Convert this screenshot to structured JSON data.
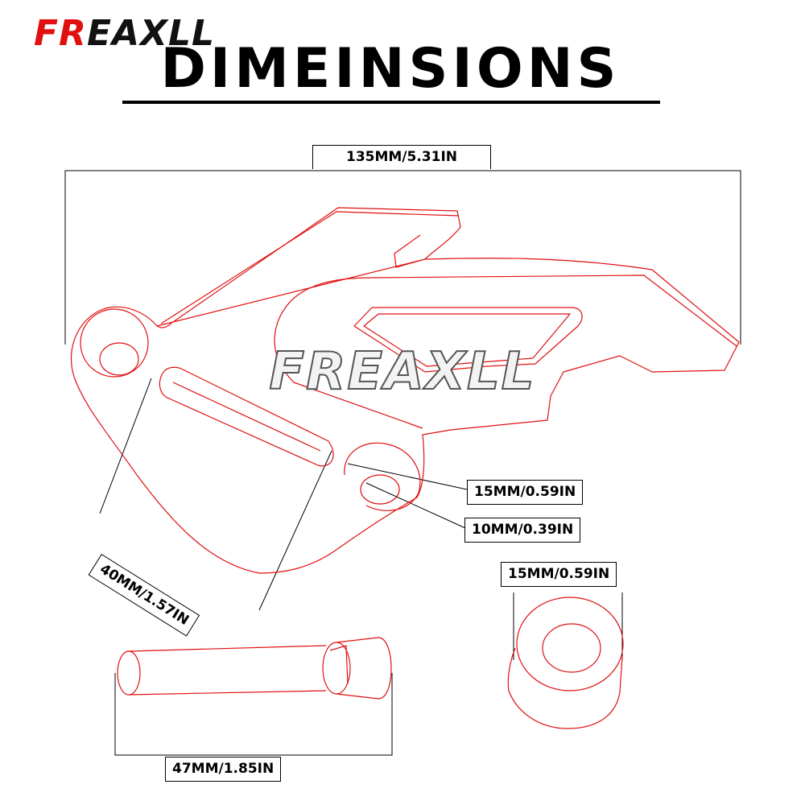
{
  "brand": {
    "logo_first": "FR",
    "logo_rest": "EAXLL"
  },
  "title": "DIMEINSIONS",
  "watermark": "FREAXLL",
  "dimensions": {
    "total_width": "135MM/5.31IN",
    "slot_length": "40MM/1.57IN",
    "hole_outer": "15MM/0.59IN",
    "hole_inner": "10MM/0.39IN",
    "spacer_diameter": "15MM/0.59IN",
    "bolt_length": "47MM/1.85IN"
  },
  "colors": {
    "outline": "#e01010",
    "dimension_line": "#000000",
    "brand_red": "#e01010"
  }
}
